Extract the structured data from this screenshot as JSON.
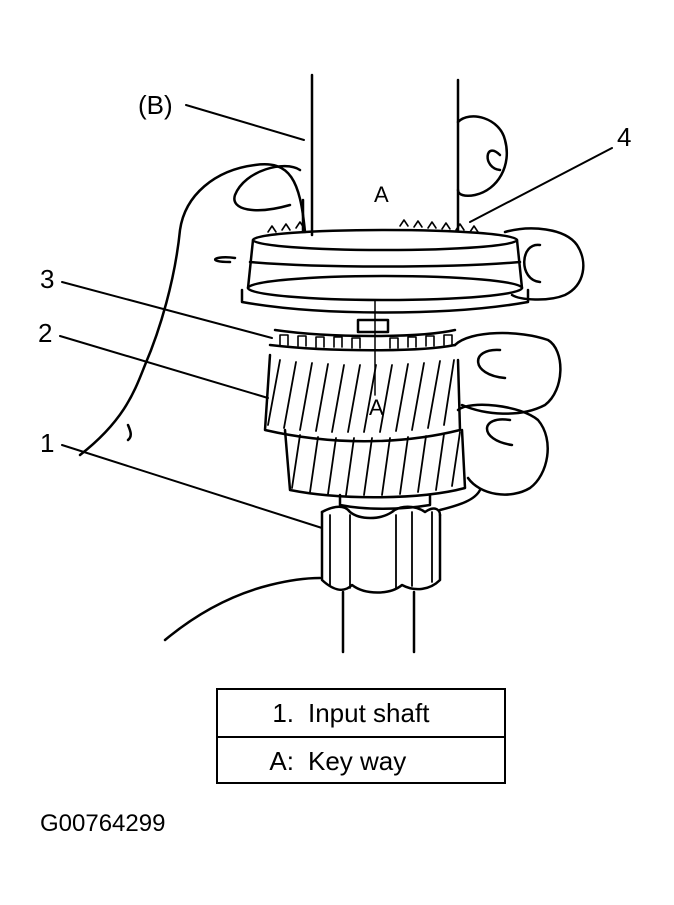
{
  "callouts": {
    "b": "(B)",
    "four": "4",
    "three": "3",
    "two": "2",
    "one": "1",
    "a_top": "A",
    "a_mid": "A"
  },
  "legend": [
    {
      "key": "1.",
      "value": "Input shaft"
    },
    {
      "key": "A:",
      "value": "Key way"
    }
  ],
  "figure_id": "G00764299"
}
